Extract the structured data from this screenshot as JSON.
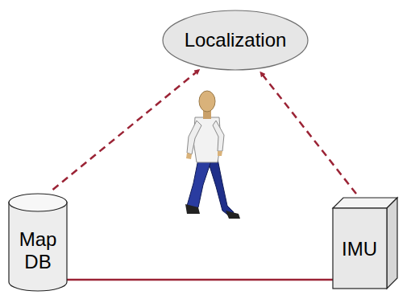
{
  "diagram": {
    "nodes": [
      {
        "text": [
          "Localization"
        ]
      },
      {
        "text": [
          "Map DB"
        ]
      },
      {
        "text": [
          "IMU"
        ]
      }
    ],
    "edges": [
      {
        "from": 1,
        "to": 0,
        "arrow": "to"
      },
      {
        "from": 2,
        "to": 0,
        "arrow": "to"
      },
      {
        "from": 1,
        "to": 2,
        "arrow": "none"
      }
    ]
  }
}
